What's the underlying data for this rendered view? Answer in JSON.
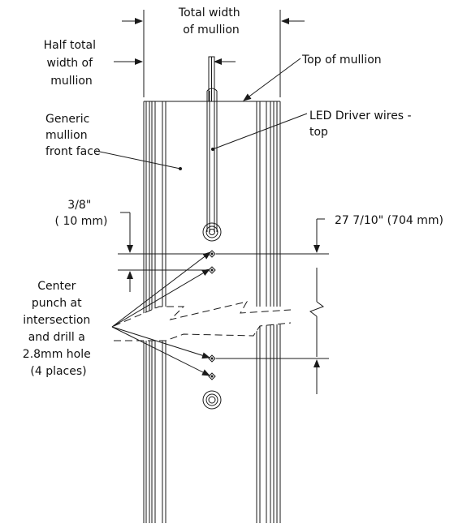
{
  "labels": {
    "total_width": [
      "Total width",
      "of mullion"
    ],
    "half_width": [
      "Half total",
      "width of",
      "mullion"
    ],
    "top_of_mullion": "Top of mullion",
    "led_driver_wires": [
      "LED Driver wires -",
      "top"
    ],
    "generic_face": [
      "Generic",
      "mullion",
      "front face"
    ],
    "offset_dimension": [
      "3/8\"",
      "( 10 mm)"
    ],
    "span_dimension": "27 7/10\" (704 mm)",
    "center_punch": [
      "Center",
      "punch at",
      "intersection",
      "and drill a",
      "2.8mm hole",
      "(4 places)"
    ]
  },
  "colors": {
    "line": "#1a1a1a",
    "background": "#ffffff"
  }
}
